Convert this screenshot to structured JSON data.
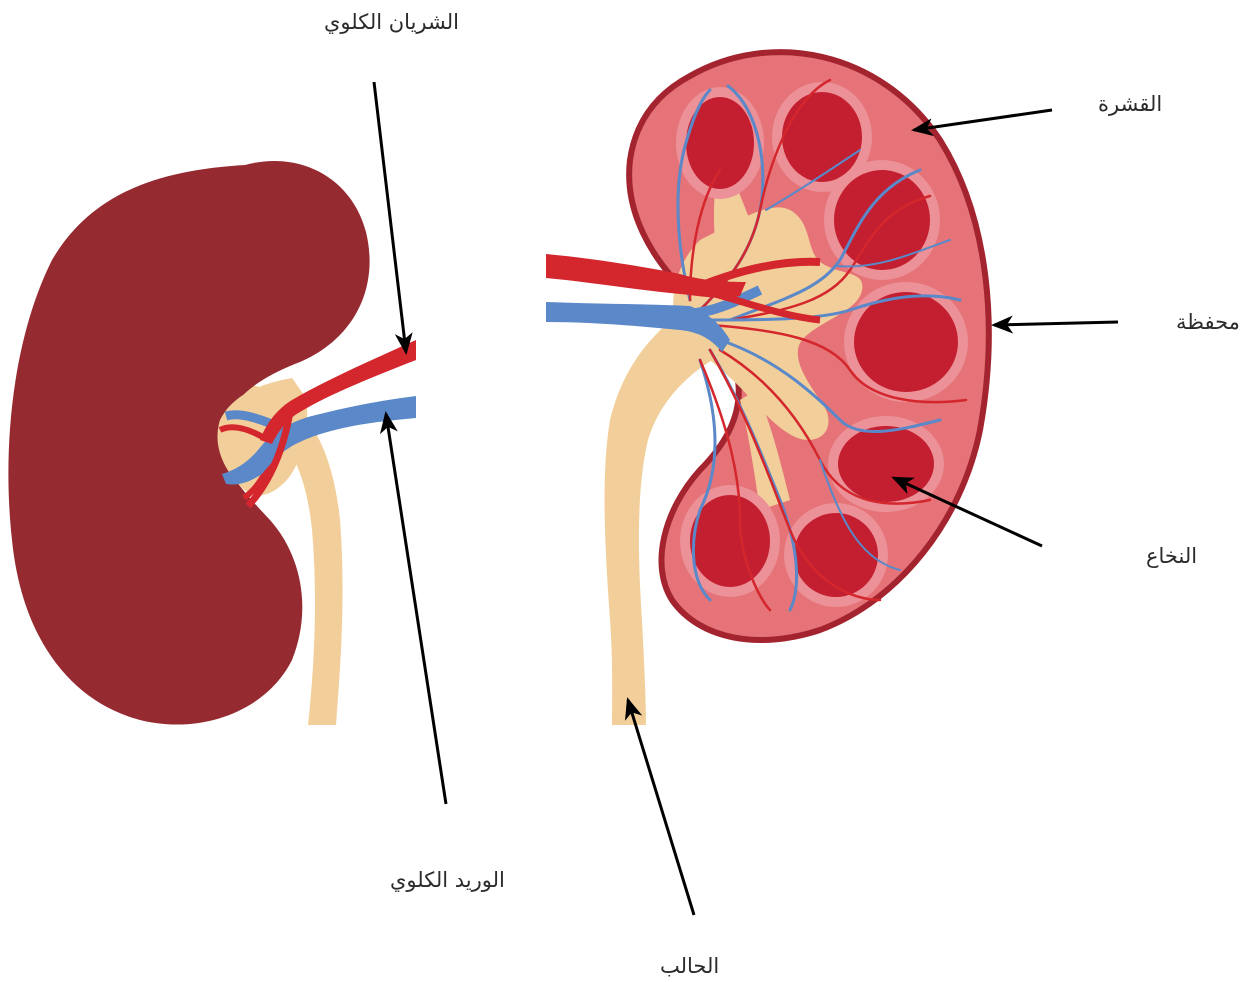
{
  "labels": {
    "renal_artery": "الشريان الكلوي",
    "renal_vein": "الوريد الكلوي",
    "ureter": "الحالب",
    "cortex": "القشرة",
    "capsule": "محفظة",
    "medulla": "النخاع"
  },
  "colors": {
    "kidney_exterior": "#962a31",
    "capsule_outline": "#a3242f",
    "cortex": "#e57377",
    "pyramid": "#c41f30",
    "pyramid_margin": "#eb9197",
    "artery": "#d4262d",
    "vein": "#5a88c8",
    "ureter": "#f2cf9a",
    "arrow": "#000000"
  }
}
